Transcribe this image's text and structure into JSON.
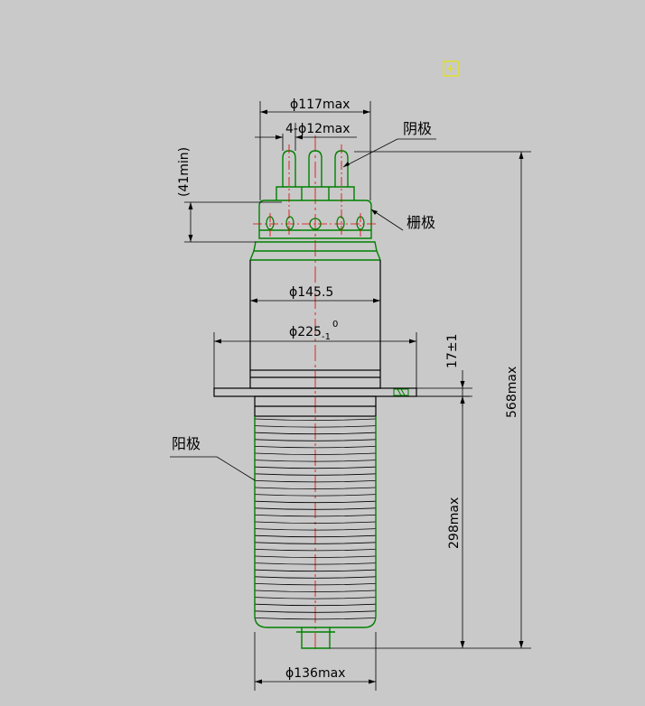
{
  "colors": {
    "background": "#c9c9c9",
    "outline": "#008000",
    "dimension": "#000000",
    "centerline": "#e00000",
    "marker": "#e6e600"
  },
  "labels": {
    "cathode": "阴极",
    "grid": "栅极",
    "anode": "阳极"
  },
  "dimensions": {
    "d117": "ϕ117max",
    "pins": "4-ϕ12max",
    "min41": "(41min)",
    "d145": "ϕ145.5",
    "d225_base": "ϕ225",
    "d225_sup": "0",
    "d225_sub": "-1",
    "h17": "17±1",
    "h568": "568max",
    "h298": "298max",
    "d136": "ϕ136max"
  },
  "marker_icon": "crosshair-square-icon"
}
